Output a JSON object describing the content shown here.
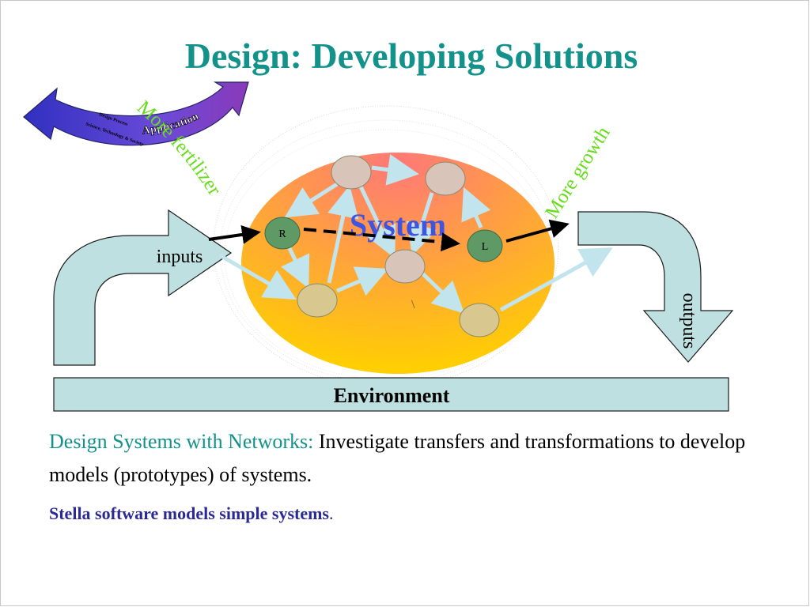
{
  "slide": {
    "title": "Design: Developing Solutions"
  },
  "diagram": {
    "curved_arrow_text": "Application",
    "curved_arrow_subtext_1": "Design Process",
    "curved_arrow_subtext_2": "Science, Technology & Society",
    "left_label": "More fertilizer",
    "right_label": "More growth",
    "center_label": "System",
    "inputs_label": "inputs",
    "outputs_label": "outputs",
    "environment_label": "Environment",
    "node_r": "R",
    "node_l": "L",
    "stray_mark": "\\"
  },
  "caption": {
    "lead": "Design Systems with Networks:",
    "body": " Investigate transfers and transformations to develop models (prototypes) of systems."
  },
  "note": {
    "text": "Stella software models simple systems",
    "dot": "."
  },
  "colors": {
    "title": "#12928a",
    "green_text": "#66dd1a",
    "system_text": "#3f55e0",
    "note": "#2b2a94",
    "box_fill": "#bfe0e0",
    "node_fill": "#d8c890",
    "arc_fill": "#3535c8"
  }
}
